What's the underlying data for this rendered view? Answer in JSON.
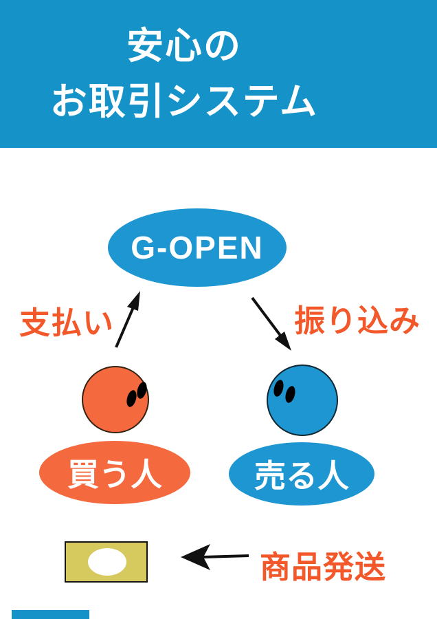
{
  "header": {
    "title_line1": "安心の",
    "title_line2": "お取引システム"
  },
  "diagram": {
    "platform_label": "G-OPEN",
    "payment_label": "支払い",
    "transfer_label": "振り込み",
    "buyer_label": "買う人",
    "seller_label": "売る人",
    "shipping_label": "商品発送"
  },
  "icons": {
    "buyer_face": "buyer-face-icon",
    "seller_face": "seller-face-icon",
    "banknote": "banknote-icon",
    "payment_arrow": "arrow-up-icon",
    "transfer_arrow": "arrow-down-icon",
    "shipping_arrow": "arrow-left-icon"
  },
  "colors": {
    "header_blue": "#1593C9",
    "shape_blue": "#1E96D2",
    "shape_orange": "#F5693F",
    "label_orange": "#F2582A",
    "banknote_fill": "#D6CA5E",
    "arrow_black": "#111111",
    "text_white": "#FFFFFF"
  }
}
